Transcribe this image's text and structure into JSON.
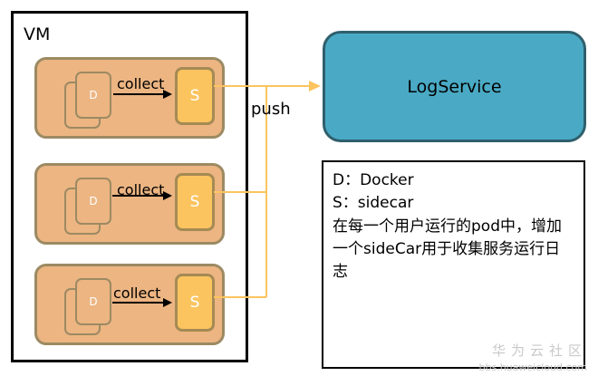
{
  "vm": {
    "label": "VM"
  },
  "pods": [
    {
      "docker_label": "D",
      "sidecar_label": "S",
      "collect_label": "collect"
    },
    {
      "docker_label": "D",
      "sidecar_label": "S",
      "collect_label": "collect"
    },
    {
      "docker_label": "D",
      "sidecar_label": "S",
      "collect_label": "collect"
    }
  ],
  "push_label": "push",
  "log_service": {
    "label": "LogService"
  },
  "legend": {
    "docker": "D：Docker",
    "sidecar": "S：sidecar",
    "description": "在每一个用户运行的pod中，增加一个sideCar用于收集服务运行日志"
  },
  "watermark": {
    "brand": "华为云社区",
    "url": "bbs.huaweicloud.com"
  },
  "colors": {
    "pod_fill": "#ecb582",
    "sidecar_fill": "#fbc45f",
    "log_service_fill": "#4aaac5",
    "push_line": "#fbc45f"
  }
}
